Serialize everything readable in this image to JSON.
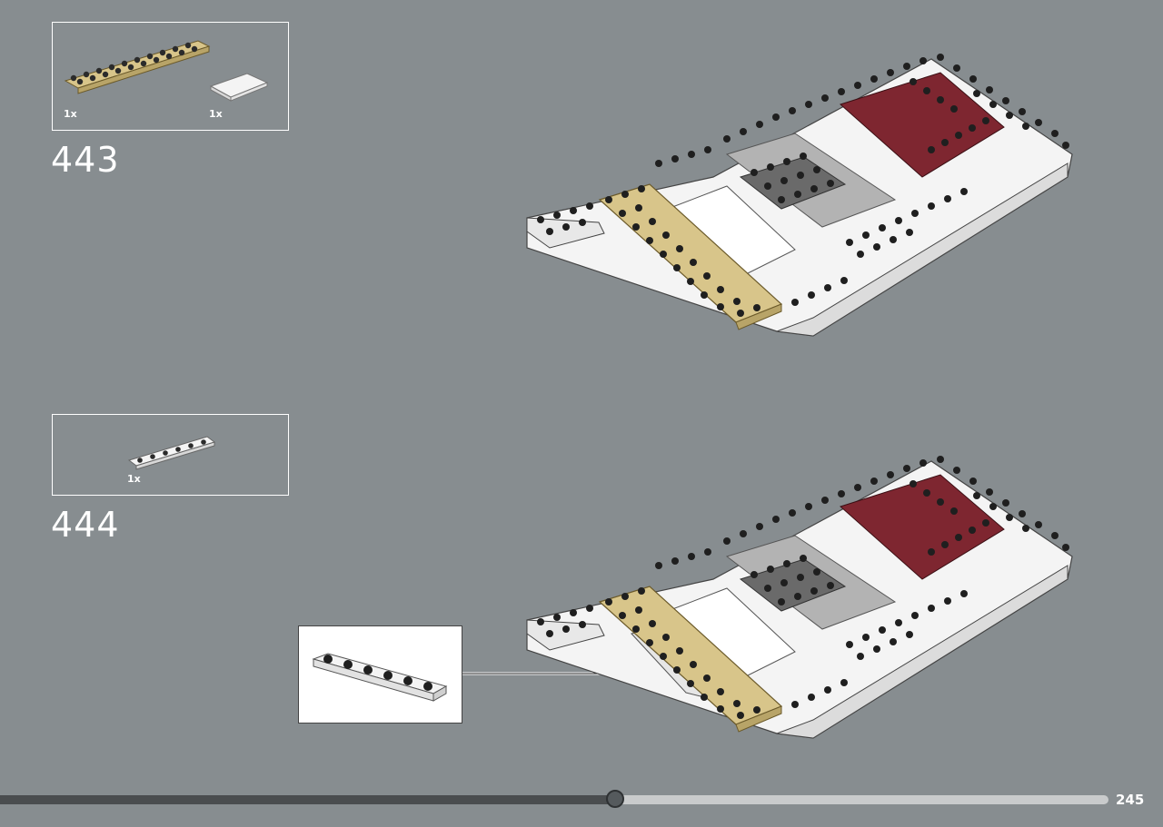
{
  "steps": [
    {
      "number": "443",
      "parts": [
        {
          "name": "tan-plate-2x10",
          "qty": "1x",
          "color": "#d8c58a"
        },
        {
          "name": "white-tile-2x2",
          "qty": "1x",
          "color": "#f4f4f4"
        }
      ]
    },
    {
      "number": "444",
      "parts": [
        {
          "name": "white-plate-1x6",
          "qty": "1x",
          "color": "#f4f4f4"
        }
      ]
    }
  ],
  "colors": {
    "background": "#878d90",
    "white_brick": "#f4f4f4",
    "tan_brick": "#d8c58a",
    "dark_red_brick": "#7e2630",
    "light_gray_brick": "#b3b3b3",
    "dark_gray_brick": "#6a6a6a"
  },
  "footer": {
    "page_number": "245",
    "progress": 0.555
  }
}
